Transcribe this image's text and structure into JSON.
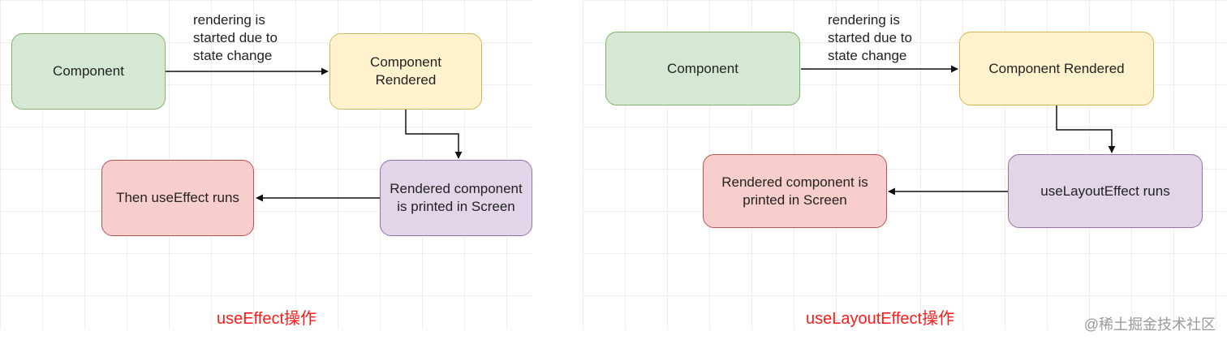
{
  "left": {
    "nodes": {
      "component": "Component",
      "rendered": "Component Rendered",
      "printed": "Rendered component is printed in Screen",
      "effect": "Then useEffect runs"
    },
    "edge_label": "rendering is started due to state change",
    "caption": "useEffect操作"
  },
  "right": {
    "nodes": {
      "component": "Component",
      "rendered": "Component Rendered",
      "layout_effect": "useLayoutEffect runs",
      "printed": "Rendered component is printed in Screen"
    },
    "edge_label": "rendering is started due to state change",
    "caption": "useLayoutEffect操作"
  },
  "watermark": "@稀土掘金技术社区",
  "colors": {
    "green_fill": "#d5e8d4",
    "yellow_fill": "#fff2cc",
    "purple_fill": "#e1d5e7",
    "red_fill": "#f8cecc",
    "caption": "#ff1a1a"
  }
}
